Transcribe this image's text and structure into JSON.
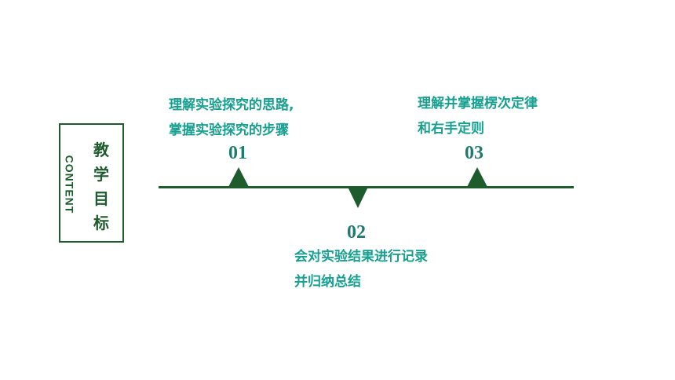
{
  "title_box": {
    "english": "CONTENT",
    "chinese_chars": [
      "教",
      "学",
      "目",
      "标"
    ]
  },
  "items": [
    {
      "number": "01",
      "lines": [
        "理解实验探究的思路,",
        "掌握实验探究的步骤"
      ]
    },
    {
      "number": "02",
      "lines": [
        "会对实验结果进行记录",
        "并归纳总结"
      ]
    },
    {
      "number": "03",
      "lines": [
        "理解并掌握楞次定律",
        "和右手定则"
      ]
    }
  ],
  "colors": {
    "dark_green": "#1e5b2d",
    "teal_text": "#17a08f",
    "number_color": "#1f7a70"
  }
}
